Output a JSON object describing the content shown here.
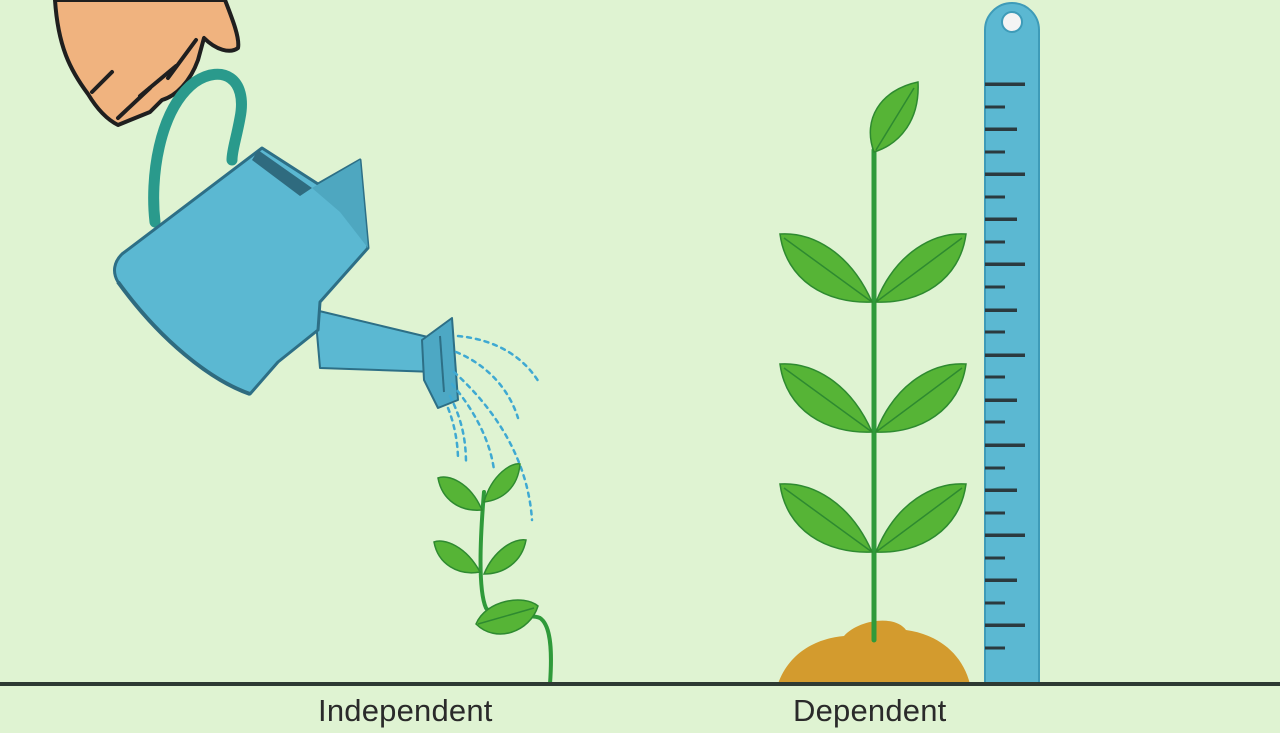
{
  "diagram": {
    "labels": {
      "independent": "Independent",
      "dependent": "Dependent"
    },
    "elements": {
      "hand": "hand",
      "watering_can": "watering-can",
      "water_drops": "water-stream",
      "small_plant": "small-plant",
      "tall_plant": "tall-plant",
      "soil": "soil-mound",
      "ruler": "measuring-ruler"
    },
    "colors": {
      "background": "#dff3d2",
      "can": "#5bb8d2",
      "leaf": "#56b436",
      "stem": "#2f9a3a",
      "soil": "#d39b2e",
      "ruler": "#5bb8d2",
      "ground": "#2e3a33"
    }
  }
}
